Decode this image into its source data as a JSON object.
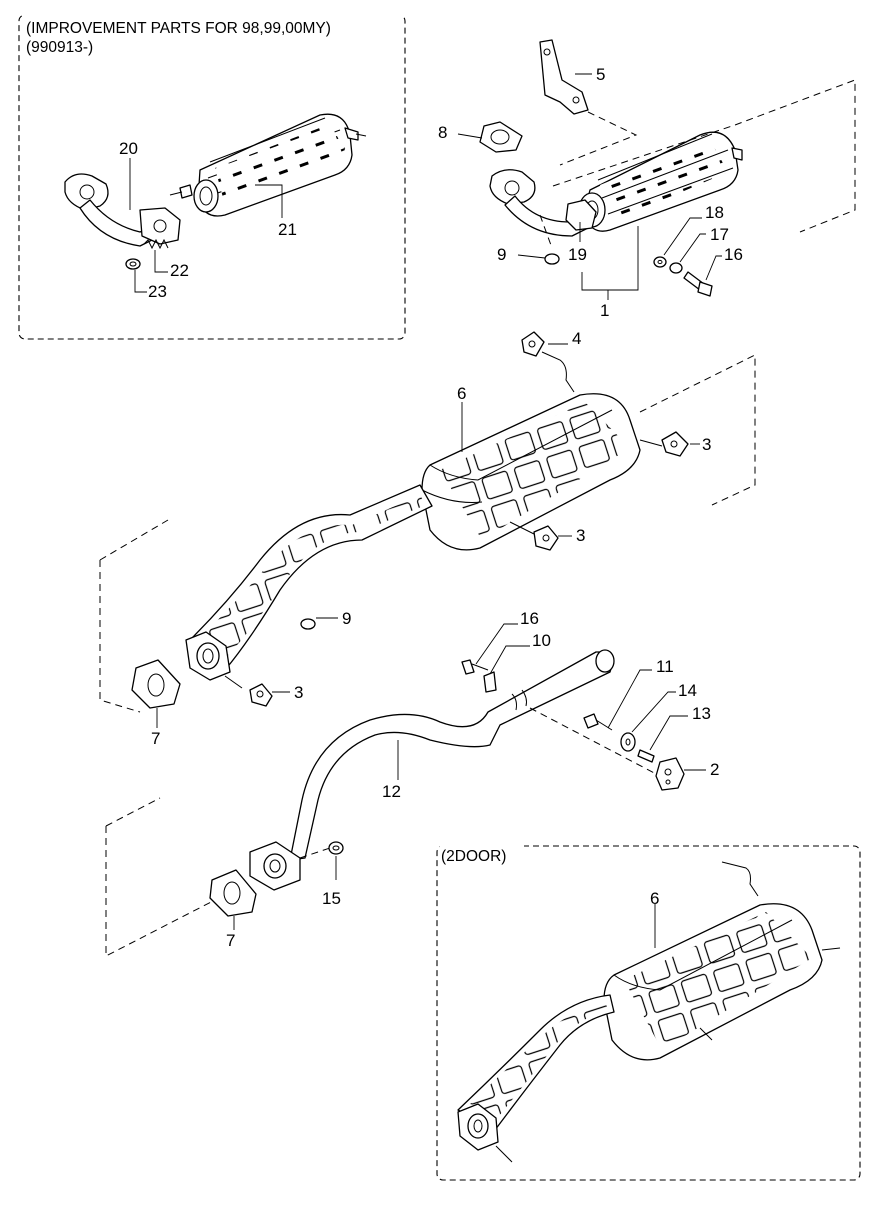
{
  "boxes": {
    "improvement_title_line1": "(IMPROVEMENT PARTS FOR 98,99,00MY)",
    "improvement_title_line2": "(990913-)",
    "two_door_title": "(2DOOR)"
  },
  "callouts": {
    "p1": "1",
    "p2": "2",
    "p3a": "3",
    "p3b": "3",
    "p3c": "3",
    "p4": "4",
    "p5": "5",
    "p6a": "6",
    "p6b": "6",
    "p7a": "7",
    "p7b": "7",
    "p8": "8",
    "p9a": "9",
    "p9b": "9",
    "p10": "10",
    "p11": "11",
    "p12": "12",
    "p13": "13",
    "p14": "14",
    "p15": "15",
    "p16a": "16",
    "p16b": "16",
    "p17": "17",
    "p18": "18",
    "p19": "19",
    "p20": "20",
    "p21": "21",
    "p22": "22",
    "p23": "23"
  },
  "icons": [
    "converter",
    "front-pipe",
    "muffler",
    "center-pipe",
    "gasket",
    "bracket",
    "hanger-rubber",
    "bolt",
    "nut",
    "washer",
    "spring"
  ]
}
